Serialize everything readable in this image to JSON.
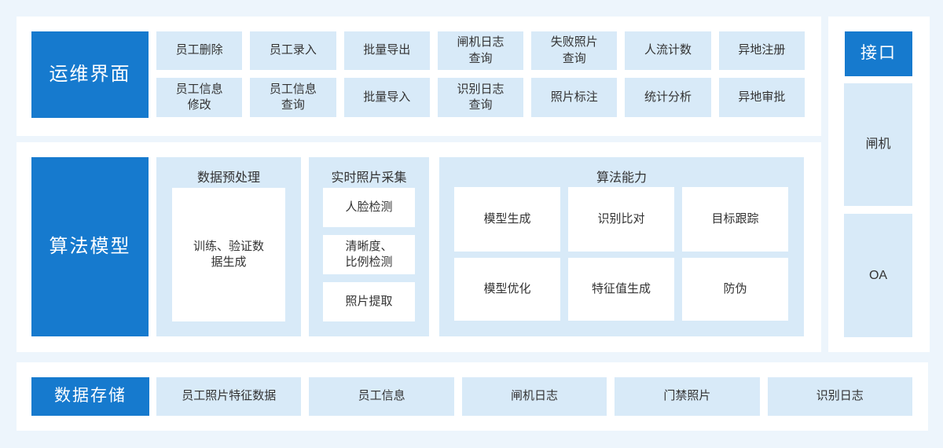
{
  "colors": {
    "accent_blue": "#167ACE",
    "tile_light_blue": "#D8EAF8",
    "panel_white": "#FFFFFF",
    "page_background": "#EDF5FC",
    "text_dark": "#333333",
    "text_on_blue": "#FFFFFF"
  },
  "operations": {
    "title": "运维界面",
    "buttons_row1": [
      "员工删除",
      "员工录入",
      "批量导出",
      "闸机日志\n查询",
      "失败照片\n查询",
      "人流计数",
      "异地注册"
    ],
    "buttons_row2": [
      "员工信息\n修改",
      "员工信息\n查询",
      "批量导入",
      "识别日志\n查询",
      "照片标注",
      "统计分析",
      "异地审批"
    ]
  },
  "algorithm": {
    "title": "算法模型",
    "preprocess": {
      "title": "数据预处理",
      "item": "训练、验证数\n据生成"
    },
    "capture": {
      "title": "实时照片采集",
      "items": [
        "人脸检测",
        "清晰度、\n比例检测",
        "照片提取"
      ]
    },
    "ability": {
      "title": "算法能力",
      "items": [
        "模型生成",
        "识别比对",
        "目标跟踪",
        "模型优化",
        "特征值生成",
        "防伪"
      ]
    }
  },
  "interfaces": {
    "title": "接口",
    "items": [
      "闸机",
      "OA"
    ]
  },
  "storage": {
    "title": "数据存储",
    "items": [
      "员工照片特征数据",
      "员工信息",
      "闸机日志",
      "门禁照片",
      "识别日志"
    ]
  }
}
